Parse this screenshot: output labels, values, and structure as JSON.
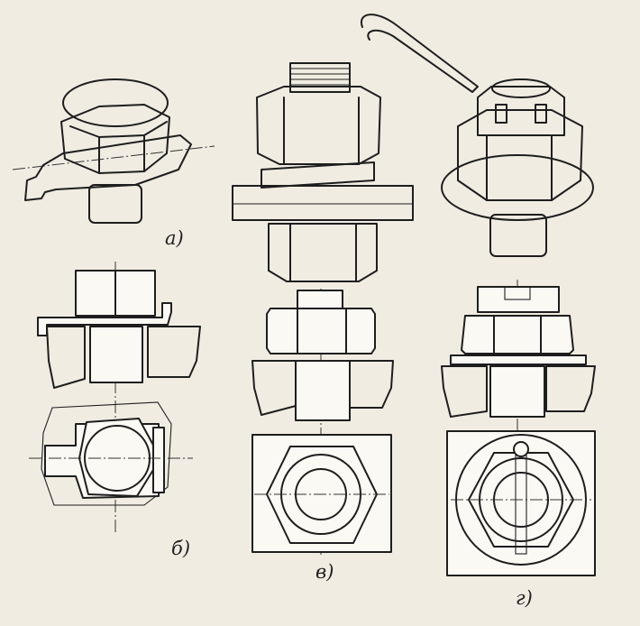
{
  "labels": {
    "a": "а)",
    "b": "б)",
    "v": "в)",
    "g": "г)"
  },
  "colors": {
    "background": "#f1ece2",
    "ink": "#1e1e1e",
    "steel_light": "#b9cfe0",
    "steel_mid": "#6f8ea8",
    "steel_dark": "#34485a"
  }
}
